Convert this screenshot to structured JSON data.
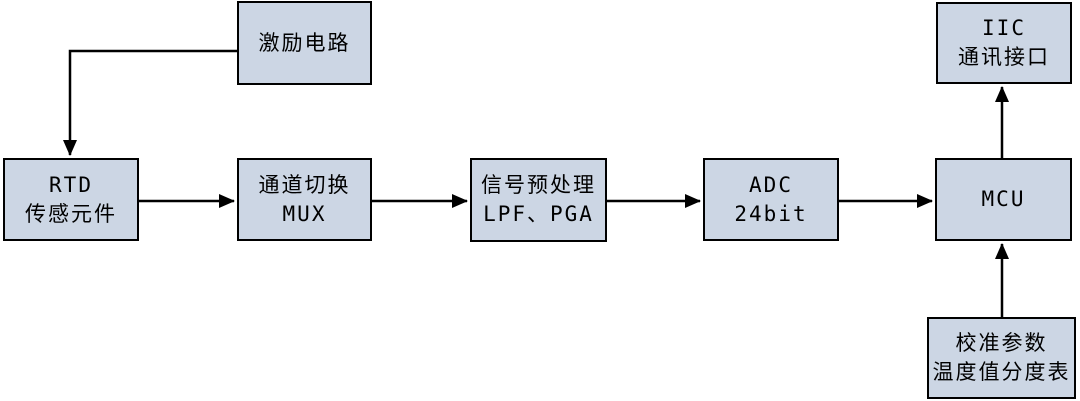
{
  "diagram": {
    "boxes": {
      "excitation": {
        "line1": "激励电路"
      },
      "rtd": {
        "line1": "RTD",
        "line2": "传感元件"
      },
      "mux": {
        "line1": "通道切换",
        "line2": "MUX"
      },
      "signal": {
        "line1": "信号预处理",
        "line2": "LPF、PGA"
      },
      "adc": {
        "line1": "ADC",
        "line2": "24bit"
      },
      "mcu": {
        "line1": "MCU"
      },
      "iic": {
        "line1": "IIC",
        "line2": "通讯接口"
      },
      "calibration": {
        "line1": "校准参数",
        "line2": "温度值分度表"
      }
    },
    "connections": [
      {
        "from": "excitation",
        "to": "rtd"
      },
      {
        "from": "rtd",
        "to": "mux"
      },
      {
        "from": "mux",
        "to": "signal"
      },
      {
        "from": "signal",
        "to": "adc"
      },
      {
        "from": "adc",
        "to": "mcu"
      },
      {
        "from": "mcu",
        "to": "iic"
      },
      {
        "from": "calibration",
        "to": "mcu"
      }
    ],
    "colors": {
      "box_fill": "#ccd6e4",
      "box_border": "#000000",
      "arrow": "#000000",
      "background": "#ffffff",
      "text": "#000000"
    }
  }
}
